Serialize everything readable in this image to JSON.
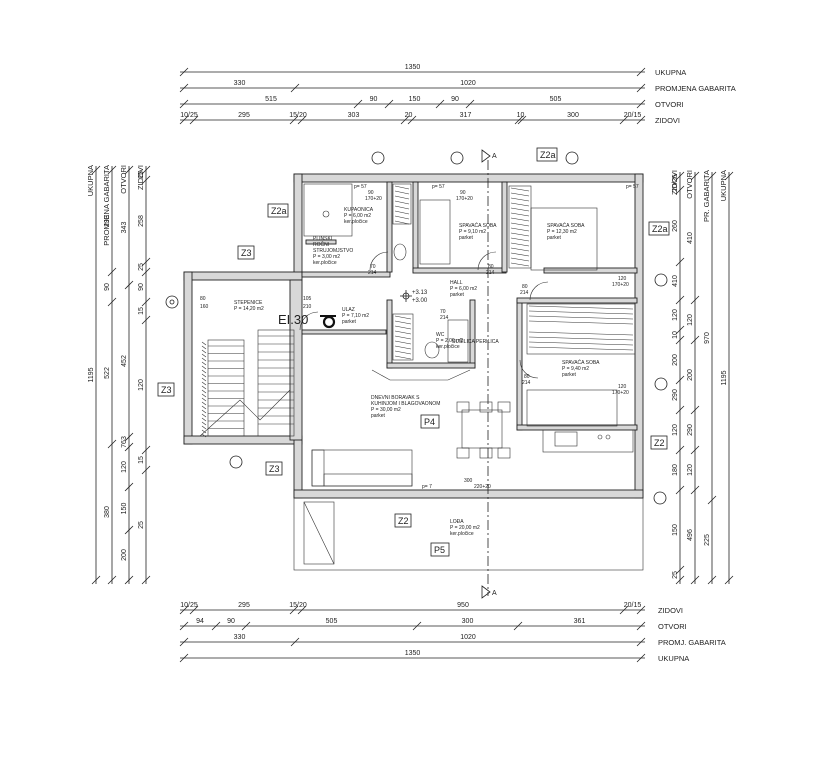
{
  "dims_top": [
    {
      "label": "UKUPNA",
      "segments": [
        "1350"
      ]
    },
    {
      "label": "PROMJENA GABARITA",
      "segments": [
        "330",
        "1020"
      ]
    },
    {
      "label": "OTVORI",
      "segments": [
        "515",
        "90",
        "150",
        "90",
        "505"
      ]
    },
    {
      "label": "ZIDOVI",
      "segments": [
        "10/25",
        "295",
        "15/20",
        "303",
        "20",
        "317",
        "10",
        "300",
        "20/15"
      ]
    }
  ],
  "dims_bottom": [
    {
      "label": "ZIDOVI",
      "segments": [
        "10/25",
        "295",
        "15/20",
        "950",
        "20/15"
      ]
    },
    {
      "label": "OTVORI",
      "segments": [
        "94",
        "90",
        "505",
        "300",
        "361"
      ]
    },
    {
      "label": "PROMJ. GABARITA",
      "segments": [
        "330",
        "1020"
      ]
    },
    {
      "label": "UKUPNA",
      "segments": [
        "1350"
      ]
    }
  ],
  "dims_left": [
    {
      "label": "UKUPNA",
      "segments": [
        "1195"
      ]
    },
    {
      "label": "PROMJENA GABARITA",
      "segments": [
        "293",
        "90",
        "522",
        "380"
      ]
    },
    {
      "label": "OTVORI",
      "segments": [
        "343",
        "452",
        "763",
        "120",
        "150",
        "200"
      ]
    },
    {
      "label": "ZIDOVI",
      "segments": [
        "25",
        "258",
        "25",
        "90",
        "15",
        "120",
        "15",
        "25"
      ]
    }
  ],
  "dims_right": [
    {
      "label": "ZIDOVI",
      "segments": [
        "20/25",
        "260",
        "410",
        "120",
        "10",
        "200",
        "290",
        "120",
        "180",
        "150",
        "25"
      ]
    },
    {
      "label": "OTVORI",
      "segments": [
        "410",
        "120",
        "200",
        "290",
        "120",
        "496"
      ]
    },
    {
      "label": "PR. GABARITA",
      "segments": [
        "970",
        "225"
      ]
    },
    {
      "label": "UKUPNA",
      "segments": [
        "1195"
      ]
    }
  ],
  "rooms": [
    {
      "id": "kupaonica",
      "name": "KUPAONICA",
      "area": "P = 6,00 m2",
      "finish": "ker.pločice"
    },
    {
      "id": "plinski",
      "name": "PLINSKI",
      "extra": "ROČNI",
      "name2": "STRUJOMJSTVO",
      "area": "P = 3,00 m2",
      "finish": "ker.pločice"
    },
    {
      "id": "spavaca1",
      "name": "SPAVAĆA SOBA",
      "area": "P = 9,10 m2",
      "finish": "parket"
    },
    {
      "id": "spavaca2",
      "name": "SPAVAĆA SOBA",
      "area": "P = 12,30 m2",
      "finish": "parket"
    },
    {
      "id": "hall",
      "name": "HALL",
      "area": "P = 6,00 m2",
      "finish": "parket"
    },
    {
      "id": "stepenice",
      "name": "STEPENICE",
      "area": "P = 14,20 m2",
      "finish": ""
    },
    {
      "id": "ulaz",
      "name": "ULAZ",
      "area": "P = 7,10 m2",
      "finish": "parket"
    },
    {
      "id": "wc",
      "name": "WC",
      "area": "P = 2,00 m2",
      "finish": "ker.pločice"
    },
    {
      "id": "spavaca3",
      "name": "SPAVAĆA SOBA",
      "area": "P = 9,40 m2",
      "finish": "parket"
    },
    {
      "id": "dnevni",
      "name": "DNEVNI BORAVAK S",
      "name2": "KUHINJOM I BLAGOVAONOM",
      "area": "P = 30,00 m2",
      "finish": "parket"
    },
    {
      "id": "lodja",
      "name": "LOĐA",
      "area": "P = 20,00 m2",
      "finish": "ker.pločice"
    }
  ],
  "tags": {
    "z2a": "Z2a",
    "z3": "Z3",
    "z2": "Z2",
    "p4": "P4",
    "p5": "P5"
  },
  "elevation": "EI.30",
  "levels": {
    "top": "+3.13",
    "bottom": "+3.00"
  },
  "section": "A",
  "small_labels": {
    "door_90": "90",
    "door_170_20": "170+20",
    "door_70": "70",
    "door_214": "214",
    "door_80": "80",
    "door_120": "120",
    "door_105": "105",
    "door_210": "210",
    "door_160": "160",
    "door_300": "300",
    "door_220_20": "220+20",
    "p57": "p= 57",
    "p7": "p= 7",
    "susilica": "SUŠILICA PERILICA"
  }
}
